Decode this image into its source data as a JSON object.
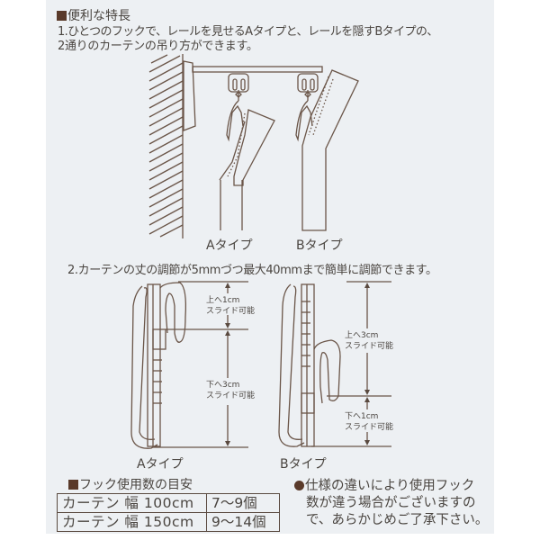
{
  "section1": {
    "heading": "便利な特長",
    "line1": "1.ひとつのフックで、レールを見せるAタイプと、レールを隠すBタイプの、",
    "line2": "2通りのカーテンの吊り方ができます。",
    "label_a": "Aタイプ",
    "label_b": "Bタイプ"
  },
  "section2": {
    "line": "2.カーテンの丈の調節が5mmづつ最大40mmまで簡単に調節できます。",
    "a": {
      "label": "Aタイプ",
      "up_line1": "上へ1cm",
      "up_line2": "スライド可能",
      "down_line1": "下へ3cm",
      "down_line2": "スライド可能"
    },
    "b": {
      "label": "Bタイプ",
      "up_line1": "上へ3cm",
      "up_line2": "スライド可能",
      "down_line1": "下へ1cm",
      "down_line2": "スライド可能"
    }
  },
  "hook_count": {
    "heading": "フック使用数の目安",
    "rows": [
      {
        "curtain": "カーテン 幅 100cm",
        "count": "7〜9個"
      },
      {
        "curtain": "カーテン 幅 150cm",
        "count": "9〜14個"
      }
    ]
  },
  "note": {
    "line1": "仕様の違いにより使用フック",
    "line2": "数が違う場合がございますの",
    "line3": "で、あらかじめご了承下さい。"
  },
  "colors": {
    "panel_bg": "#edf0f3",
    "text": "#4a4540",
    "accent": "#5a3a2a",
    "line": "#6a5548"
  }
}
